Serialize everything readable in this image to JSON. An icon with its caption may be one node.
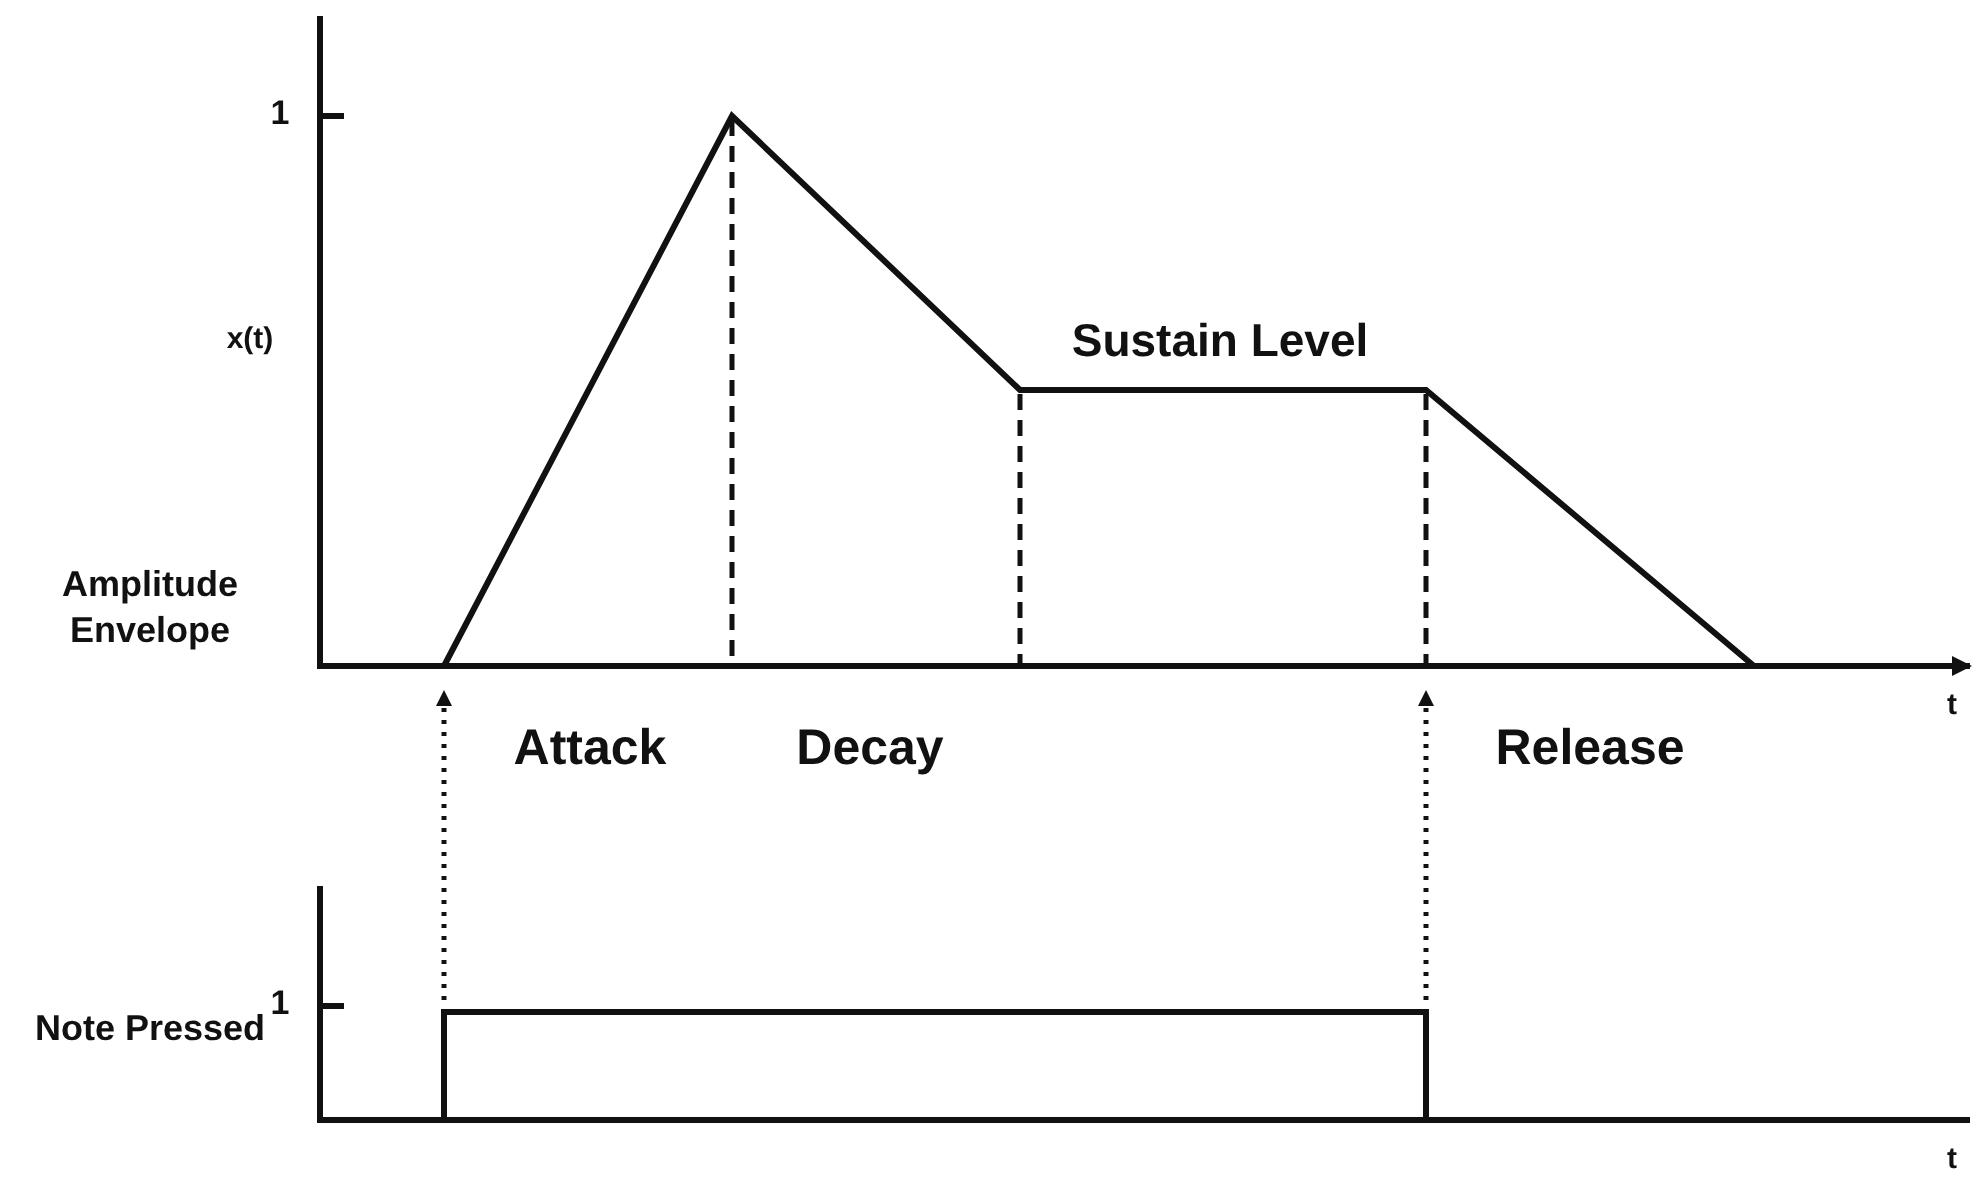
{
  "diagram": {
    "labels": [
      "1",
      "x(t)",
      "Sustain Level",
      "Amplitude Envelope",
      "t",
      "Attack",
      "Decay",
      "Release",
      "1",
      "Note Pressed",
      "t"
    ]
  }
}
